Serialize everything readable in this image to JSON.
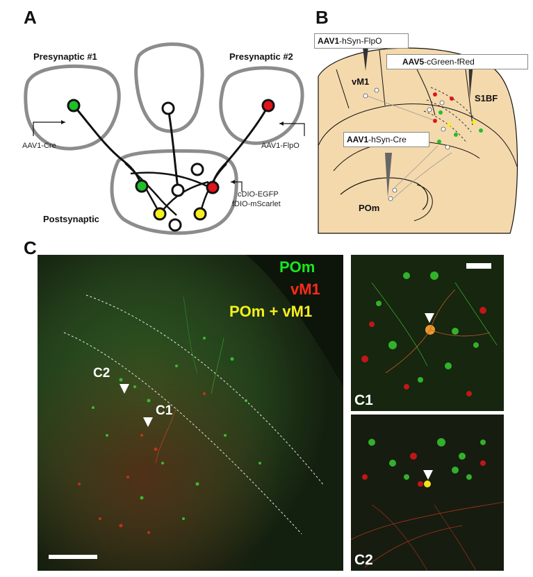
{
  "panel_a": {
    "letter": "A",
    "presyn1_label": "Presynaptic #1",
    "presyn2_label": "Presynaptic #2",
    "postsyn_label": "Postsynaptic",
    "virus_left": "AAV1-Cre",
    "virus_right": "AAV1-FlpO",
    "reporter_line1": "cDIO-EGFP",
    "reporter_line2": "fDIO-mScarlet",
    "colors": {
      "green": "#1fbf2a",
      "red": "#e0141a",
      "yellow": "#f5f01e",
      "outline": "#8c8c8c"
    }
  },
  "panel_b": {
    "letter": "B",
    "injection_vm1_bold": "AAV1",
    "injection_vm1_rest": "-hSyn-FlpO",
    "injection_s1_bold": "AAV5",
    "injection_s1_rest": "-cGreen-fRed",
    "injection_pom_bold": "AAV1",
    "injection_pom_rest": "-hSyn-Cre",
    "region_vm1": "vM1",
    "region_s1bf": "S1BF",
    "region_pom": "POm",
    "colors": {
      "tissue": "#f4d9ad"
    }
  },
  "panel_c": {
    "letter": "C",
    "legend_pom": "POm",
    "legend_vm1": "vM1",
    "legend_both": "POm + vM1",
    "marker_c1": "C1",
    "marker_c2": "C2",
    "inset_c1_label": "C1",
    "inset_c2_label": "C2",
    "colors": {
      "legend_green": "#19e61e",
      "legend_red": "#ff2a1a",
      "legend_yellow": "#f5f01e"
    }
  }
}
